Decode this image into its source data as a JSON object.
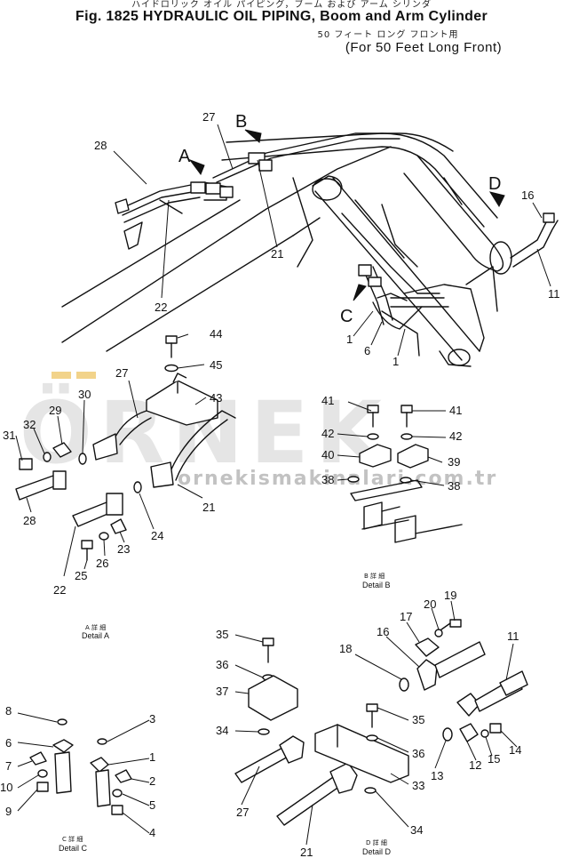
{
  "header": {
    "japanese_title": "ハイドロリック オイル パイピング，ブーム および アーム シリンダ",
    "figure_title": "Fig. 1825  HYDRAULIC OIL PIPING, Boom and Arm Cylinder",
    "japanese_subtitle": "50 フィート ロング フロント用",
    "subtitle": "(For 50 Feet Long Front)"
  },
  "watermark": {
    "brand": "ÖRNEK",
    "site": "ornekismakinalari.com.tr",
    "accent_color": "#f2d38a"
  },
  "main_view": {
    "arrows": [
      "A",
      "B",
      "C",
      "D"
    ],
    "callouts": [
      "28",
      "27",
      "21",
      "22",
      "16",
      "11",
      "1",
      "6",
      "1"
    ]
  },
  "details": {
    "detail_a": {
      "caption_jp": "A 詳 細",
      "caption": "Detail A",
      "callouts": [
        "44",
        "45",
        "27",
        "43",
        "30",
        "29",
        "32",
        "31",
        "28",
        "21",
        "24",
        "23",
        "26",
        "25",
        "22"
      ]
    },
    "detail_b": {
      "caption_jp": "B 詳 細",
      "caption": "Detail B",
      "callouts": [
        "41",
        "41",
        "42",
        "42",
        "40",
        "39",
        "38",
        "38"
      ]
    },
    "detail_c": {
      "caption_jp": "C 詳 細",
      "caption": "Detail C",
      "callouts": [
        "8",
        "3",
        "6",
        "1",
        "7",
        "2",
        "10",
        "5",
        "9",
        "4"
      ]
    },
    "detail_d": {
      "caption_jp": "D 詳 細",
      "caption": "Detail D",
      "callouts": [
        "35",
        "36",
        "37",
        "34",
        "35",
        "36",
        "33",
        "27",
        "21",
        "34",
        "20",
        "19",
        "17",
        "18",
        "16",
        "11",
        "13",
        "14",
        "15",
        "12"
      ]
    }
  }
}
